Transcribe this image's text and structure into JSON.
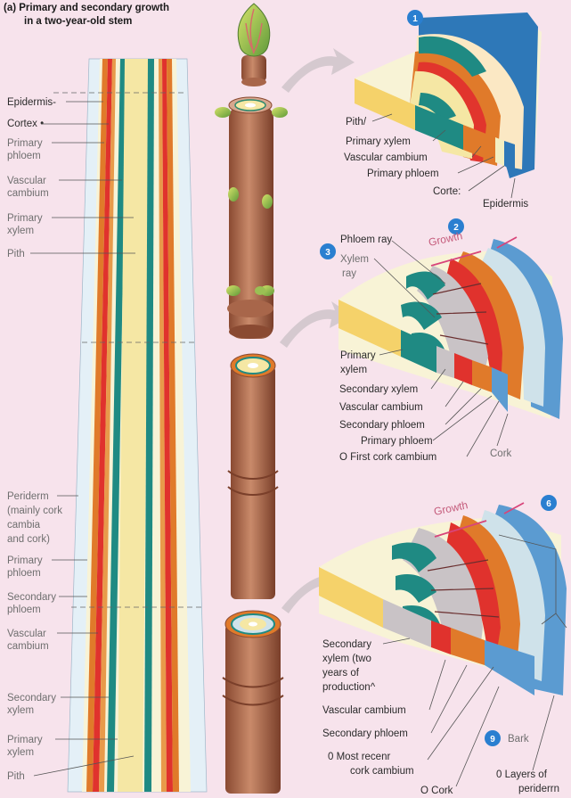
{
  "title": {
    "line1": "(a) Primary and secondary growth",
    "line2": "in a two-year-old stem"
  },
  "left_labels_upper": [
    "Epidermis-",
    "Cortex •",
    "Primary",
    "phloem",
    "Vascular",
    "cambium",
    "Primary",
    "xylem",
    "Pith"
  ],
  "left_labels_lower": [
    "Periderm",
    "(mainly cork",
    "cambia",
    "and cork)",
    "Primary",
    "phloem",
    "Secondary",
    "phloem",
    "Vascular",
    "cambium",
    "Secondary",
    "xylem",
    "Primary",
    "xylem",
    "Pith"
  ],
  "block1": {
    "badge": "1",
    "labels": [
      "Pith/",
      "Primary xylem",
      "Vascular cambium",
      "Primary phloem",
      "Corte:",
      "Epidermis"
    ]
  },
  "block2": {
    "badges": [
      "2",
      "3"
    ],
    "growth": "Growth",
    "labels": [
      "Phloem ray",
      "Xylem",
      "ray",
      "Primary",
      "xylem",
      "Secondary xylem",
      "Vascular cambium",
      "Secondary phloem",
      "Primary phloem",
      "O  First cork cambium",
      "Cork"
    ]
  },
  "block3": {
    "badges": [
      "6",
      "9"
    ],
    "growth": "Growth",
    "labels": [
      "Secondary",
      "xylem (two",
      "years of",
      "production^",
      "Vascular cambium",
      "Secondary phloem",
      "0   Most recenr",
      "cork cambium",
      "O   Cork",
      "Bark",
      "0   Layers of",
      "periderrn"
    ]
  },
  "colors": {
    "background": "#f7e3ec",
    "badge": "#2a7fd0",
    "pith": "#f5e7a4",
    "xylem": "#1f8a83",
    "cambium": "#e0322d",
    "phloem": "#e07a2a",
    "cortex": "#f7efc8",
    "epidermis": "#2e78b8",
    "cork": "#5b9bd1",
    "bark": "#c98a6a"
  },
  "icons": [
    "terminal-bud-icon",
    "axillary-bud-icon",
    "growth-arrow-icon",
    "stem-section-icon",
    "curved-arrow-icon"
  ]
}
